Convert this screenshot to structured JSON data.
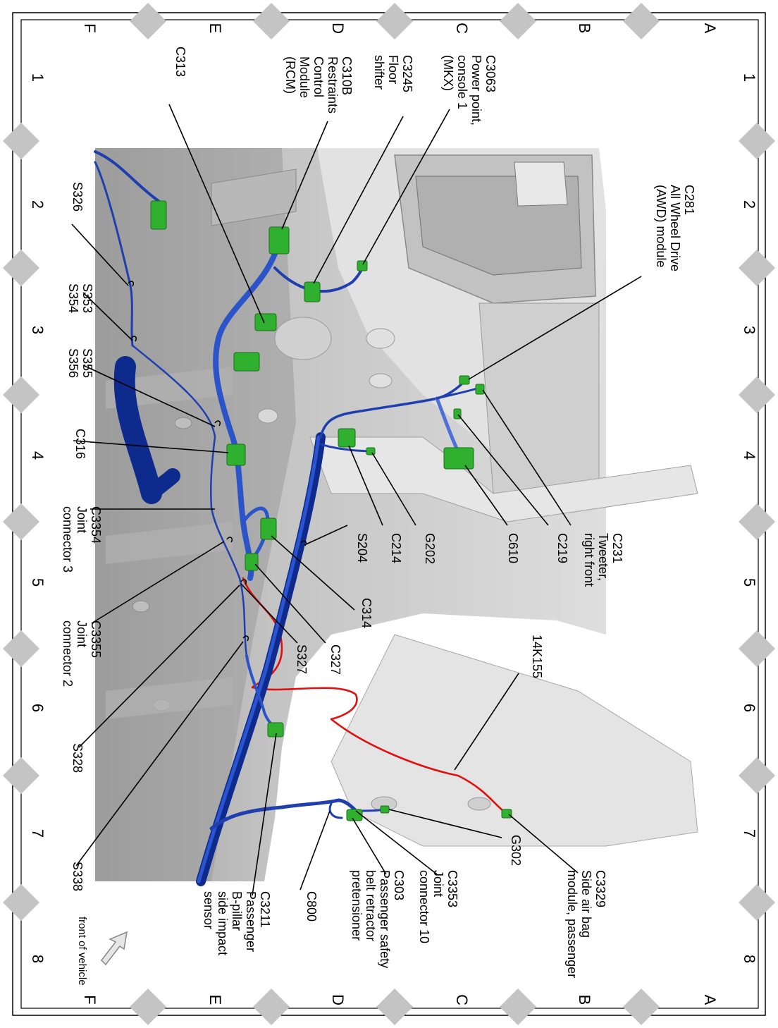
{
  "grid": {
    "columns": [
      "1",
      "2",
      "3",
      "4",
      "5",
      "6",
      "7",
      "8"
    ],
    "rows": [
      "A",
      "B",
      "C",
      "D",
      "E",
      "F"
    ]
  },
  "labels": {
    "C3063": [
      "C3063",
      "Power point,",
      "console 1",
      "(MKX)"
    ],
    "C3245": [
      "C3245",
      "Floor",
      "shifter"
    ],
    "C310B": [
      "C310B",
      "Restraints",
      "Control",
      "Module",
      "(RCM)"
    ],
    "C313": [
      "C313"
    ],
    "C281": [
      "C281",
      "All Wheel Drive",
      "(AWD) module"
    ],
    "C231": [
      "C231",
      "Tweeter,",
      "right front"
    ],
    "C219": [
      "C219"
    ],
    "C610": [
      "C610"
    ],
    "G202": [
      "G202"
    ],
    "C214": [
      "C214"
    ],
    "S204": [
      "S204"
    ],
    "C314": [
      "C314"
    ],
    "C327": [
      "C327"
    ],
    "S327": [
      "S327"
    ],
    "S326": [
      "S326"
    ],
    "S353": [
      "S353",
      "S354"
    ],
    "S355": [
      "S355",
      "S356"
    ],
    "C316": [
      "C316"
    ],
    "C3354": [
      "C3354",
      "Joint",
      "connector 3"
    ],
    "C3355": [
      "C3355",
      "Joint",
      "connector 2"
    ],
    "S328": [
      "S328"
    ],
    "S338": [
      "S338"
    ],
    "14K155": [
      "14K155"
    ],
    "C3329": [
      "C3329",
      "Side air bag",
      "module, passenger"
    ],
    "G302": [
      "G302"
    ],
    "C3353": [
      "C3353",
      "Joint",
      "connector 10"
    ],
    "C303": [
      "C303",
      "Passenger safety",
      "belt retractor",
      "pretensioner"
    ],
    "C800": [
      "C800"
    ],
    "C3211": [
      "C3211",
      "Passenger",
      "B-pillar",
      "side impact",
      "sensor"
    ]
  },
  "front_of_vehicle": "front of vehicle",
  "colors": {
    "harness": "#1f3fb0",
    "harness_dark": "#0d2a8c",
    "connector": "#2fb12f",
    "wire_14K155": "#e01010",
    "body_panel": "#c9c9c9",
    "border_diamond": "#c0c0c0"
  }
}
